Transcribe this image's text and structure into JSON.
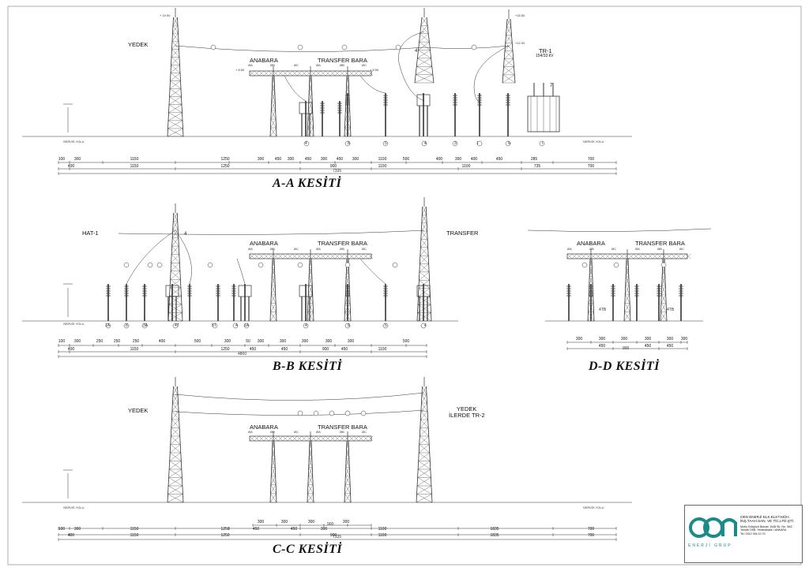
{
  "sections": {
    "aa": {
      "title": "A-A KESİTİ",
      "labels": {
        "yedek": "YEDEK",
        "anabara": "ANABARA",
        "transfer_bara": "TRANSFER BARA",
        "tr1": "TR-1",
        "tr1_rating": "154/33 kV",
        "servis_left": "SERVİS YOLU",
        "servis_right": "SERVİS YOLU"
      },
      "phases_anabara": [
        "ØA",
        "ØB",
        "ØC"
      ],
      "phases_transfer": [
        "ØA",
        "ØB",
        "ØC"
      ],
      "equip_ids": [
        "4",
        "8",
        "5",
        "4",
        "3",
        "1",
        "6",
        "r"
      ],
      "tower_tag": "4",
      "tr_tag": "7",
      "elev": {
        "top_left": "+ 19.50",
        "top_right": "+15.50",
        "right_mid": "+12.00",
        "bara_left": "+ 8.50",
        "bara_right": "+ 8.50"
      },
      "dims_row1": [
        "100",
        "300",
        "1150",
        "1250",
        "300",
        "450",
        "300",
        "450",
        "300",
        "450",
        "300",
        "1100",
        "500",
        "400",
        "300",
        "400",
        "450",
        "285",
        "700"
      ],
      "dims_row2": [
        "400",
        "1150",
        "1250",
        "900",
        "1100",
        "1100",
        "735",
        "700"
      ],
      "total": "7335"
    },
    "bb": {
      "title": "B-B KESİTİ",
      "labels": {
        "hat1": "HAT-1",
        "transfer": "TRANSFER",
        "anabara": "ANABARA",
        "transfer_bara": "TRANSFER BARA",
        "servis": "SERVİS YOLU"
      },
      "phases_anabara": [
        "ØA",
        "ØB",
        "ØC"
      ],
      "phases_transfer": [
        "ØA",
        "ØB",
        "ØC"
      ],
      "equip_ids": [
        "1A",
        "8",
        "3A",
        "4T",
        "5T",
        "4",
        "1A",
        "4",
        "8",
        "5",
        "4"
      ],
      "tower_tag": "4",
      "dims_row1": [
        "100",
        "300",
        "250",
        "250",
        "250",
        "400",
        "500",
        "300",
        "50",
        "300",
        "300",
        "300",
        "300",
        "300",
        "500"
      ],
      "dims_row2": [
        "400",
        "1150",
        "1250",
        "450",
        "450",
        "450",
        "900",
        "1100"
      ],
      "total": "4800"
    },
    "cc": {
      "title": "C-C KESİTİ",
      "labels": {
        "yedek_left": "YEDEK",
        "yedek_right": "YEDEK",
        "ilerde": "İLERDE TR-2",
        "anabara": "ANABARA",
        "transfer_bara": "TRANSFER BARA",
        "servis_left": "SERVİS YOLU",
        "servis_right": "SERVİS YOLU"
      },
      "phases_anabara": [
        "ØA",
        "ØB",
        "ØC"
      ],
      "phases_transfer": [
        "ØA",
        "ØB",
        "ØC"
      ],
      "dims_top": [
        "300",
        "300",
        "300",
        "300"
      ],
      "dims_row1": [
        "100",
        "300",
        "1150",
        "1250",
        "450",
        "450",
        "300",
        "1100",
        "1835",
        "700"
      ],
      "dims_row2": [
        "400",
        "1150",
        "1250",
        "900",
        "1100",
        "1835",
        "700"
      ],
      "dims_mid": "900",
      "total": "7335"
    },
    "dd": {
      "title": "D-D KESİTİ",
      "labels": {
        "anabara": "ANABARA",
        "transfer_bara": "TRANSFER BARA"
      },
      "phases_anabara": [
        "ØA",
        "ØB",
        "ØC"
      ],
      "phases_transfer": [
        "ØA",
        "ØB",
        "ØC"
      ],
      "equip_ids": [
        "4TB",
        "4TB"
      ],
      "dims_row1": [
        "300",
        "300",
        "300",
        "300",
        "300",
        "300"
      ],
      "dims_row2": [
        "450",
        "450",
        "450"
      ],
      "total": "900"
    }
  },
  "title_block": {
    "logo": "OEN",
    "brand": "ENERJİ GRUP",
    "company_lines": [
      "OEN ENERJİ ELK.ELKT.MÜH.",
      "İNŞ.TAAH.SAN. VE TİC.LTD.ŞTİ."
    ],
    "address_lines": [
      "Mutlu Gökyüzü Bulvarı 1048 Sk. No: 36/2",
      "Yenidir OSB. Yenimahalle / ANKARA",
      "Tel: 0312 394 10 70"
    ]
  },
  "colors": {
    "line": "#333333",
    "accent": "#1a8a8a"
  }
}
